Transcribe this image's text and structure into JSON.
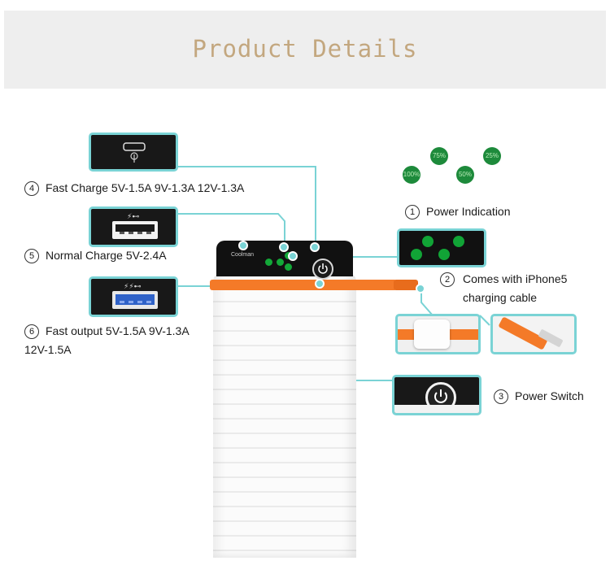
{
  "header": {
    "title": "Product Details"
  },
  "power_indication": {
    "number": "1",
    "label": "Power Indication",
    "levels": [
      "75%",
      "25%",
      "100%",
      "50%"
    ]
  },
  "cable": {
    "number": "2",
    "line1": "Comes with iPhone5",
    "line2": "charging cable"
  },
  "switch": {
    "number": "3",
    "label": "Power Switch"
  },
  "fast_charge": {
    "number": "4",
    "label": "Fast Charge 5V-1.5A 9V-1.3A 12V-1.3A"
  },
  "normal_charge": {
    "number": "5",
    "label": "Normal Charge 5V-2.4A"
  },
  "fast_output": {
    "number": "6",
    "line1": "Fast output 5V-1.5A 9V-1.3A",
    "line2": "12V-1.5A"
  },
  "device": {
    "brand": "Coolman"
  },
  "colors": {
    "accent": "#7ad3d5",
    "title": "#c3a77f",
    "led": "#11a436",
    "cable": "#f47a28"
  }
}
